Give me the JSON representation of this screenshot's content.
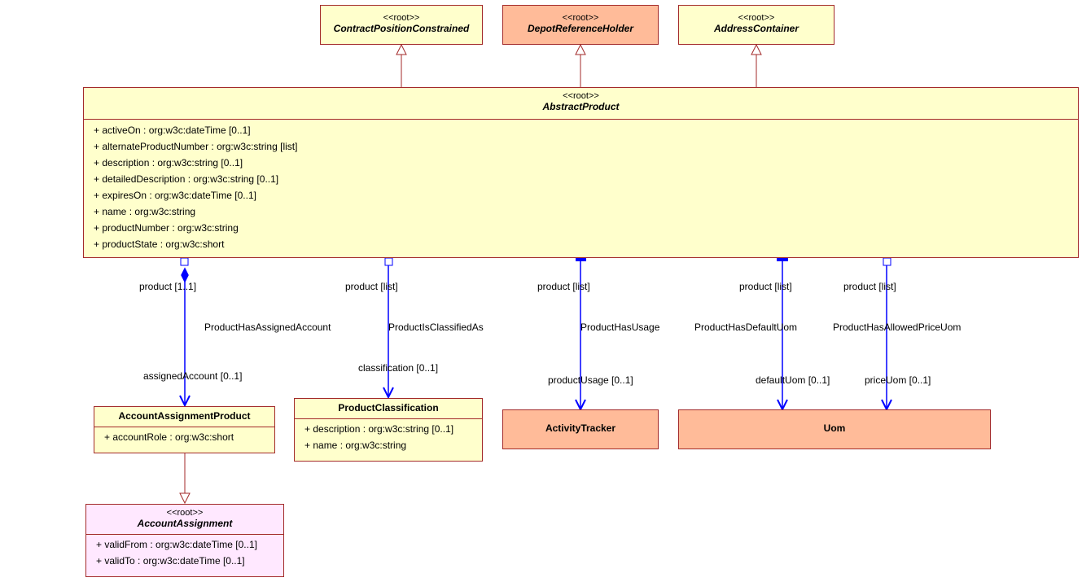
{
  "classes": {
    "contract_position_constrained": {
      "stereotype": "<<root>>",
      "name": "ContractPositionConstrained"
    },
    "depot_reference_holder": {
      "stereotype": "<<root>>",
      "name": "DepotReferenceHolder"
    },
    "address_container": {
      "stereotype": "<<root>>",
      "name": "AddressContainer"
    },
    "abstract_product": {
      "stereotype": "<<root>>",
      "name": "AbstractProduct",
      "attributes": [
        "+ activeOn : org:w3c:dateTime [0..1]",
        "+ alternateProductNumber : org:w3c:string [list]",
        "+ description : org:w3c:string [0..1]",
        "+ detailedDescription : org:w3c:string [0..1]",
        "+ expiresOn : org:w3c:dateTime [0..1]",
        "+ name : org:w3c:string",
        "+ productNumber : org:w3c:string",
        "+ productState : org:w3c:short"
      ]
    },
    "account_assignment_product": {
      "name": "AccountAssignmentProduct",
      "attributes": [
        "+ accountRole : org:w3c:short"
      ]
    },
    "product_classification": {
      "name": "ProductClassification",
      "attributes": [
        "+ description : org:w3c:string [0..1]",
        "+ name : org:w3c:string"
      ]
    },
    "activity_tracker": {
      "name": "ActivityTracker"
    },
    "uom": {
      "name": "Uom"
    },
    "account_assignment": {
      "stereotype": "<<root>>",
      "name": "AccountAssignment",
      "attributes": [
        "+ validFrom : org:w3c:dateTime [0..1]",
        "+ validTo : org:w3c:dateTime [0..1]"
      ]
    }
  },
  "associations": {
    "assigned_account": {
      "source_role": "product [1..1]",
      "name": "ProductHasAssignedAccount",
      "target_role": "assignedAccount [0..1]"
    },
    "classified_as": {
      "source_role": "product [list]",
      "name": "ProductIsClassifiedAs",
      "target_role": "classification [0..1]"
    },
    "usage": {
      "source_role": "product [list]",
      "name": "ProductHasUsage",
      "target_role": "productUsage [0..1]"
    },
    "default_uom": {
      "source_role": "product [list]",
      "name": "ProductHasDefaultUom",
      "target_role": "defaultUom [0..1]"
    },
    "allowed_price_uom": {
      "source_role": "product [list]",
      "name": "ProductHasAllowedPriceUom",
      "target_role": "priceUom [0..1]"
    }
  },
  "colors": {
    "border": "#a32a2a",
    "association": "#0000ff",
    "class_yellow": "#ffffcc",
    "class_salmon": "#ffbb99",
    "class_pink": "#ffe8ff"
  }
}
